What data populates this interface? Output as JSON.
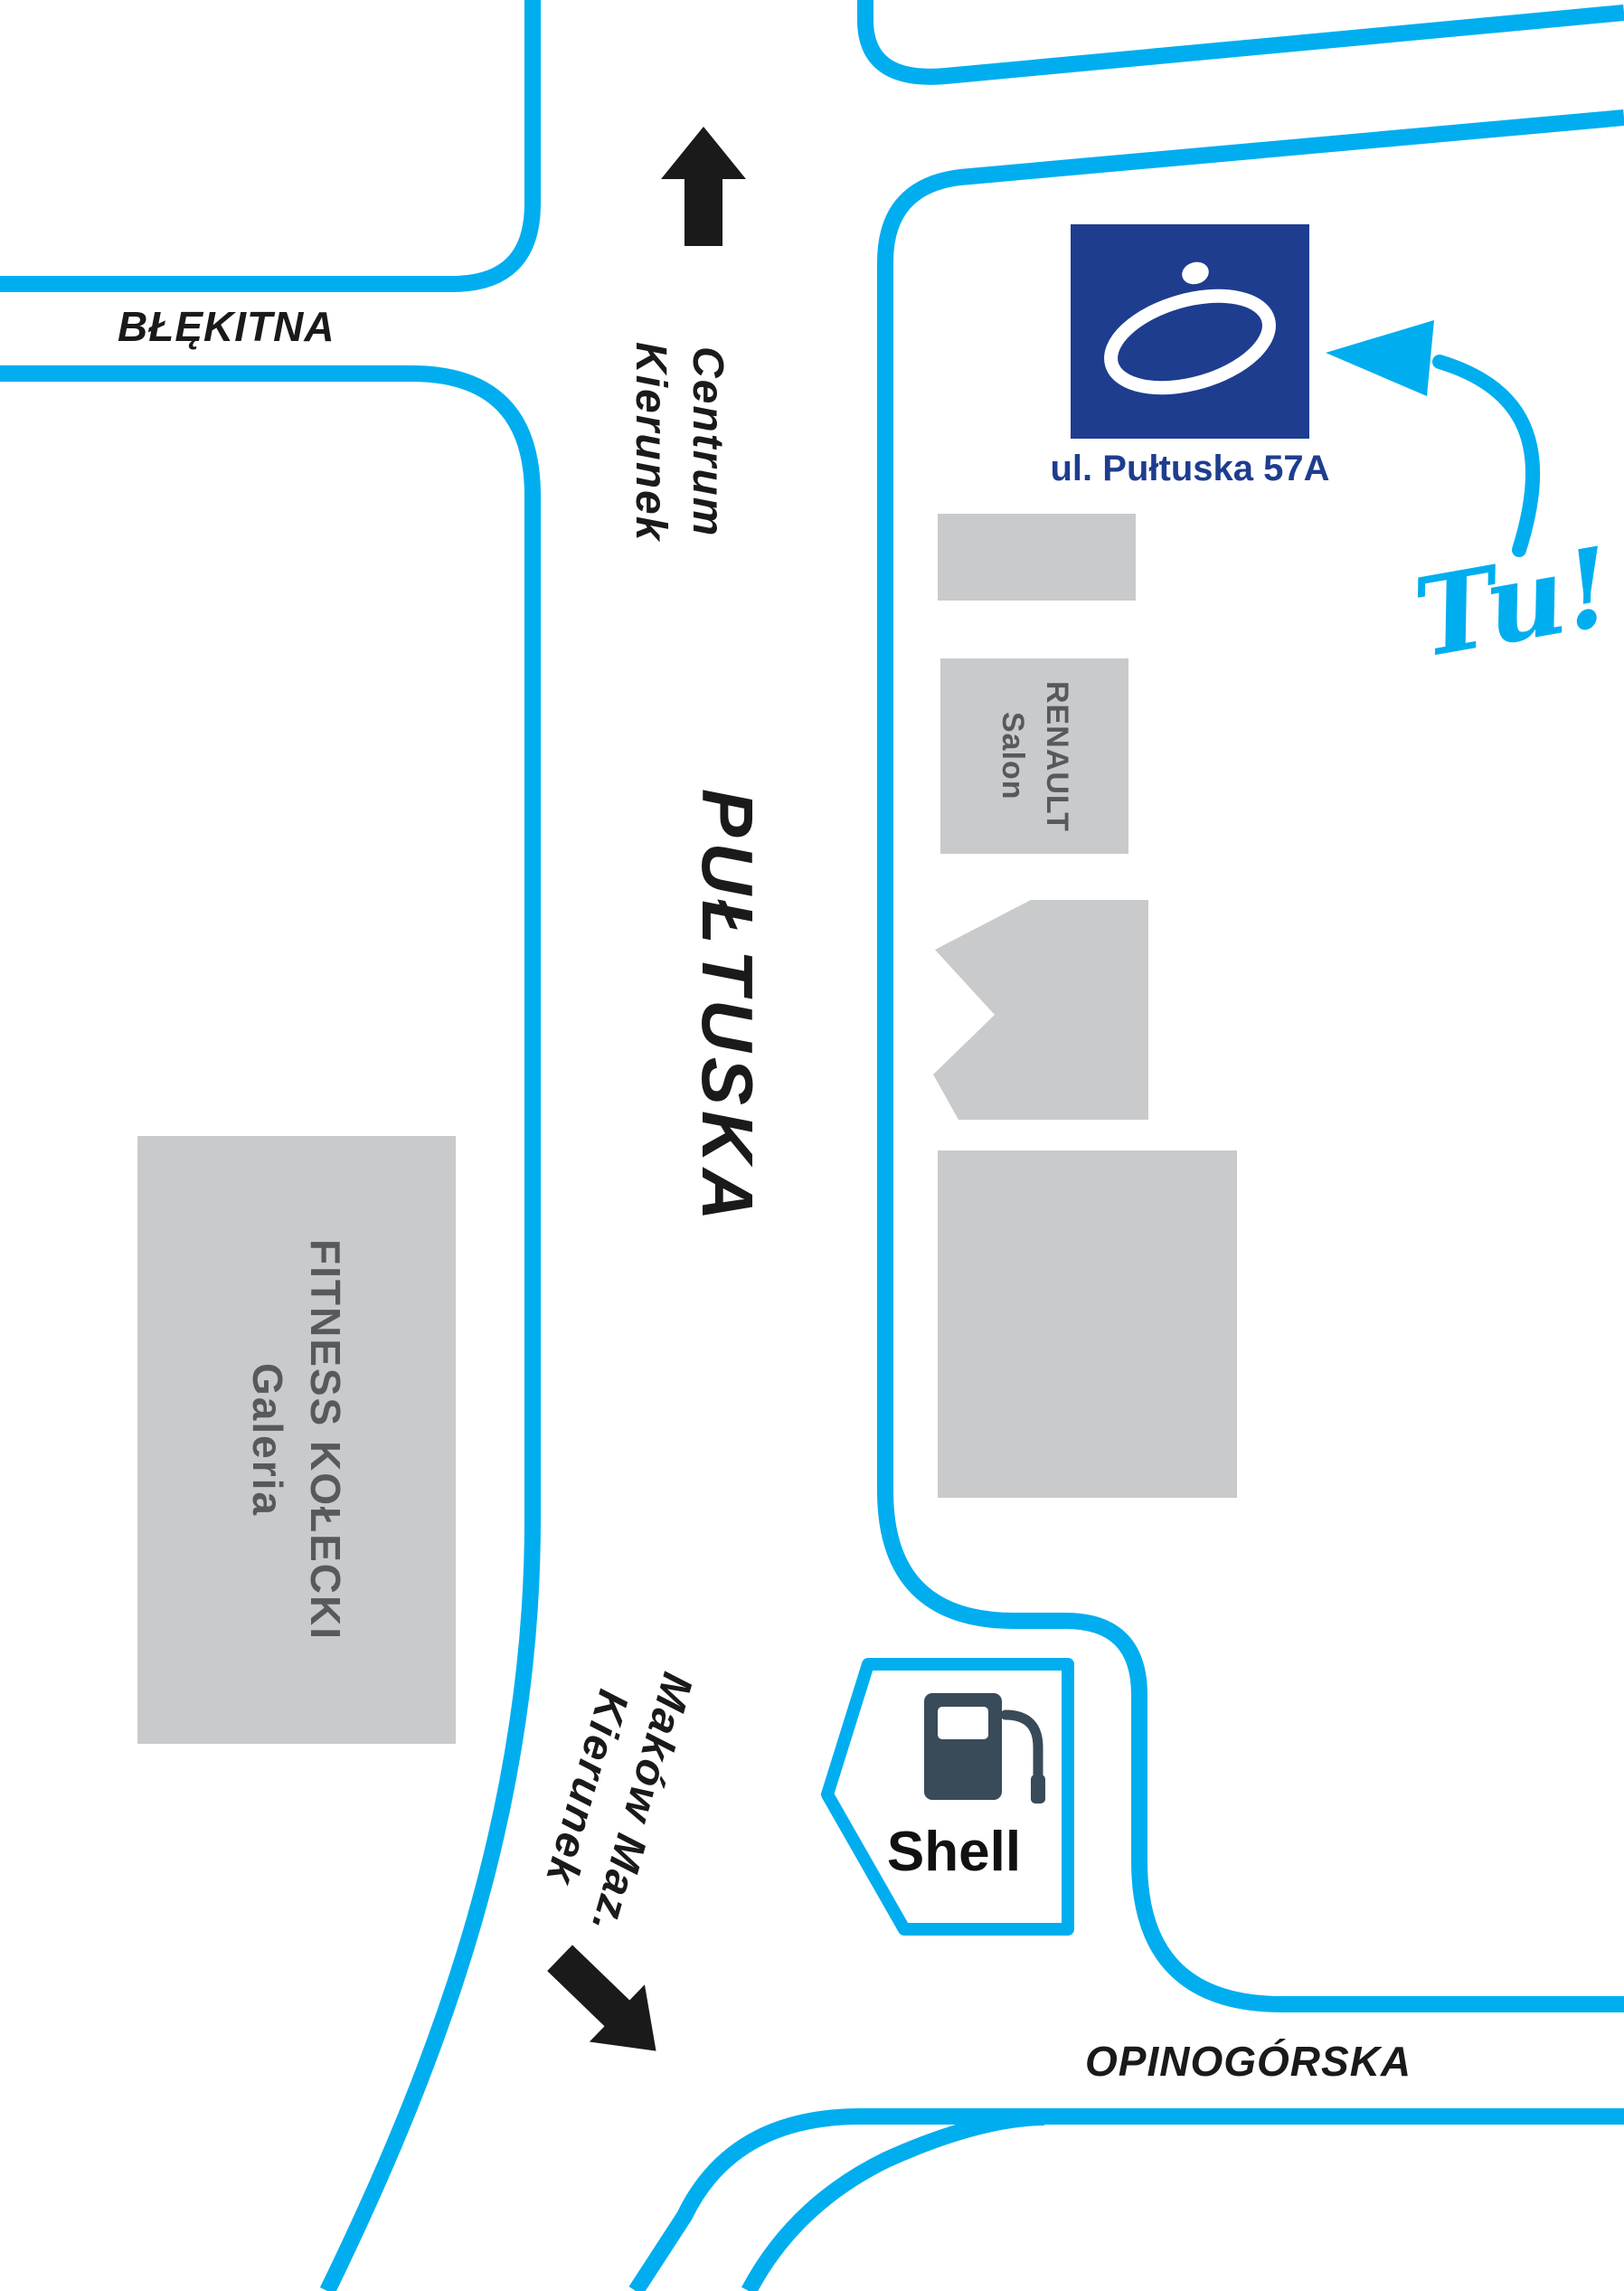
{
  "streets": {
    "blekitna": "BŁĘKITNA",
    "pultuska": "PUŁTUSKA",
    "opinogorska": "OPINOGÓRSKA"
  },
  "directions": {
    "centrum": {
      "line1": "Kierunek",
      "line2": "Centrum"
    },
    "makow": {
      "line1": "Kierunek",
      "line2": "Maków Maz."
    }
  },
  "destination": {
    "address": "ul. Pułtuska 57A",
    "here": "Tu!"
  },
  "buildings": {
    "renault": {
      "line1": "Salon",
      "line2": "RENAULT"
    },
    "galeria": {
      "line1": "Galeria",
      "line2": "FITNESS KOŁECKI"
    },
    "shell": {
      "label": "Shell"
    }
  },
  "icons": {
    "direction_north": "up-arrow-icon",
    "direction_southeast": "southeast-arrow-icon",
    "here_pointer": "curved-arrow-icon",
    "fuel_pump": "fuel-pump-icon",
    "logo": "company-logo-icon"
  },
  "colors": {
    "road": "#00AEEF",
    "accent": "#00AEEF",
    "brand_navy": "#1E3D8F",
    "building_fill": "#C9CACB",
    "building_text": "#58595B",
    "text": "#1A1A1A",
    "background": "#FFFFFF",
    "pump_icon": "#394A59"
  }
}
